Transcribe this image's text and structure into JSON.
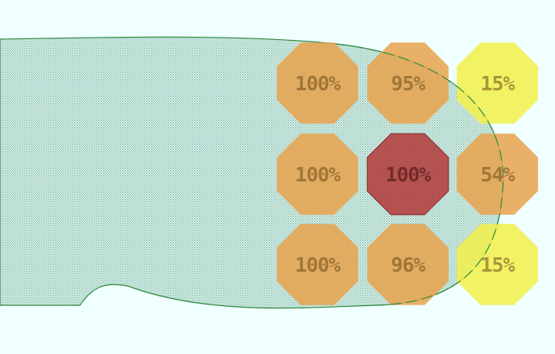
{
  "colors": {
    "background": "#F0FFFF",
    "shape_fill": "#BFE3DE",
    "shape_outline": "#2E8B3E",
    "high": "#E8A24C",
    "center": "#B23A3A",
    "low": "#F2F04A"
  },
  "grid": {
    "rows": [
      [
        {
          "label": "100%",
          "value": 100,
          "level": "high"
        },
        {
          "label": "95%",
          "value": 95,
          "level": "high"
        },
        {
          "label": "15%",
          "value": 15,
          "level": "low"
        }
      ],
      [
        {
          "label": "100%",
          "value": 100,
          "level": "high"
        },
        {
          "label": "100%",
          "value": 100,
          "level": "center"
        },
        {
          "label": "54%",
          "value": 54,
          "level": "high"
        }
      ],
      [
        {
          "label": "100%",
          "value": 100,
          "level": "high"
        },
        {
          "label": "96%",
          "value": 96,
          "level": "high"
        },
        {
          "label": "15%",
          "value": 15,
          "level": "low"
        }
      ]
    ]
  }
}
